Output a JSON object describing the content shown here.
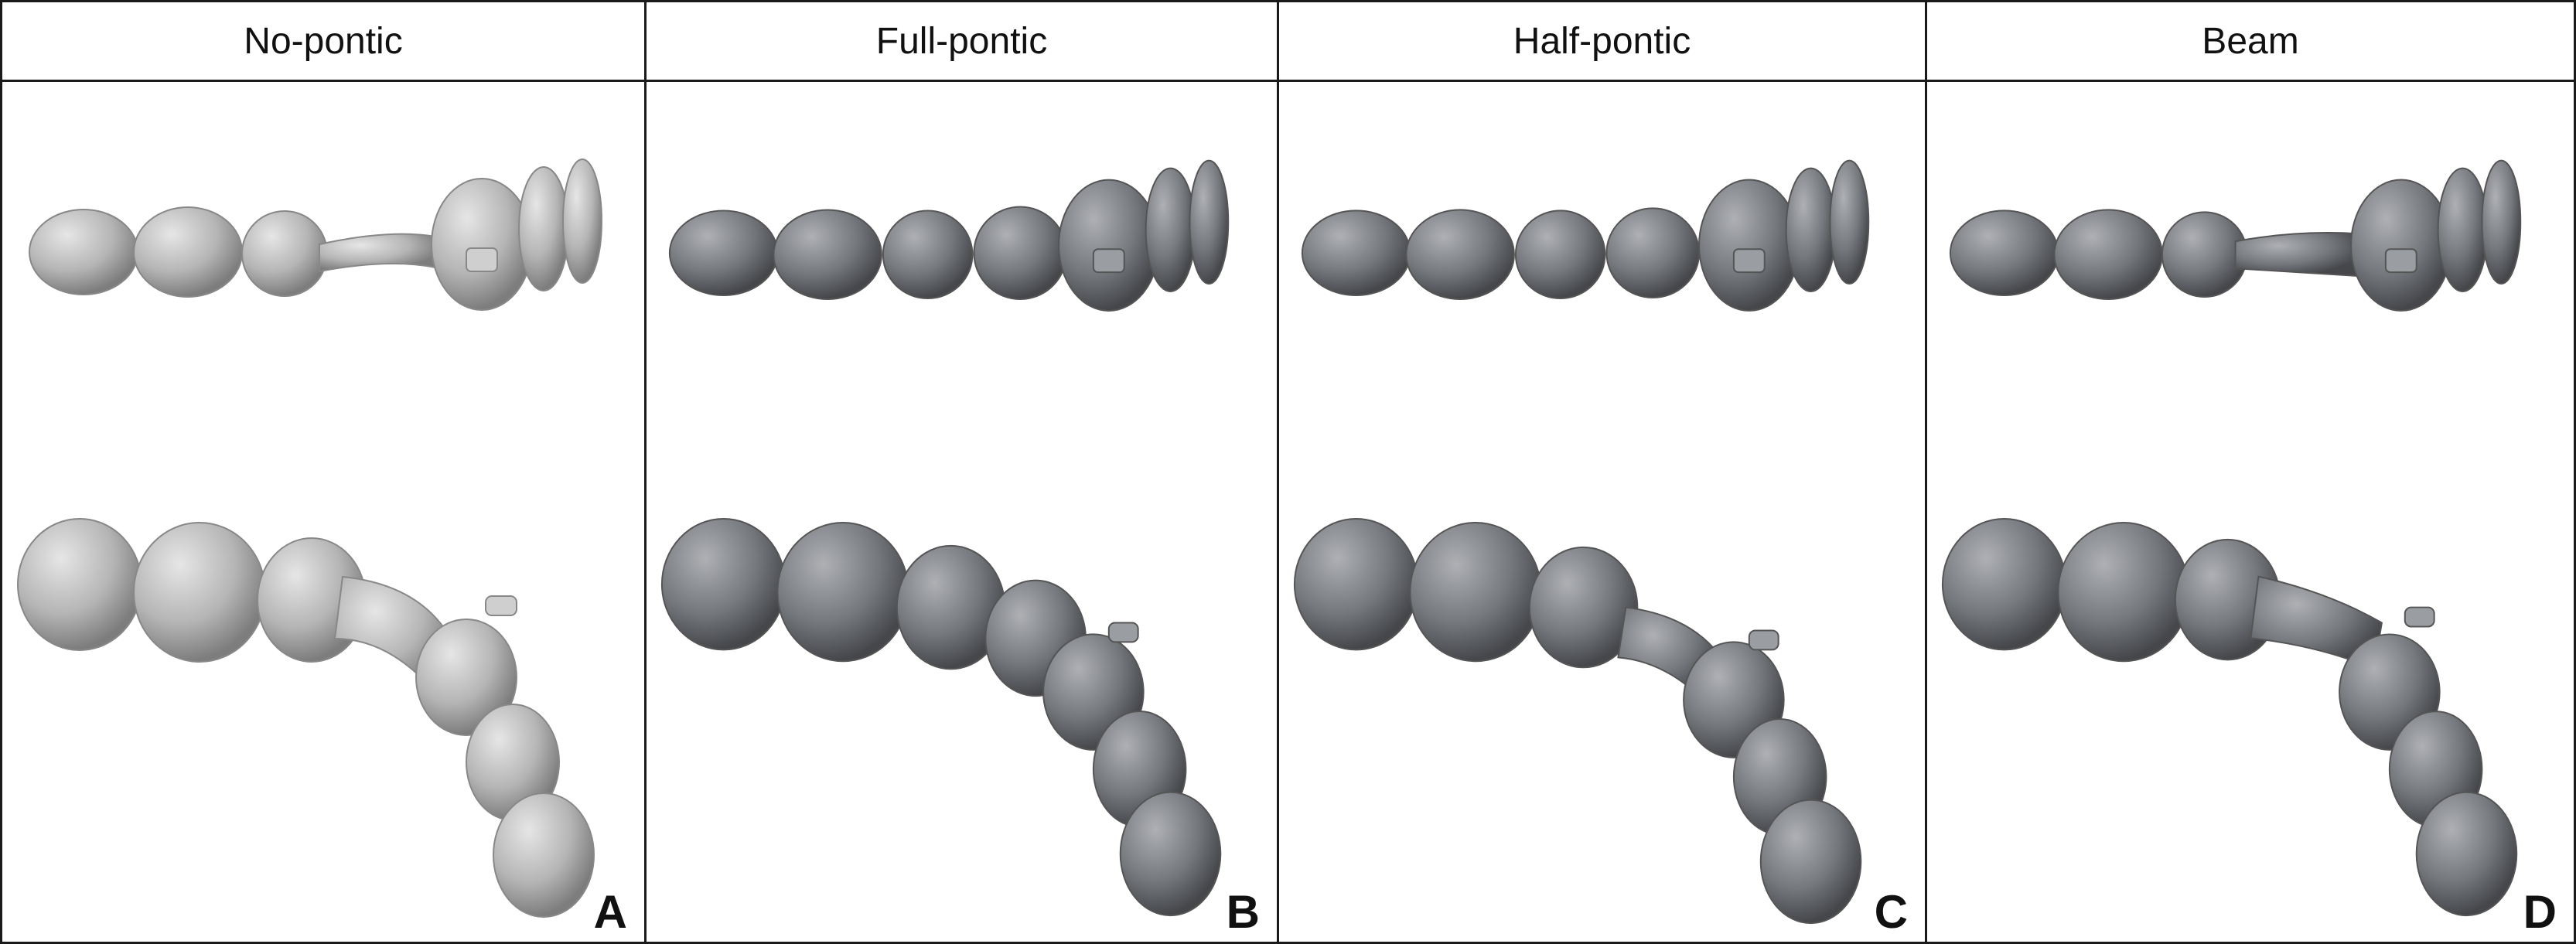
{
  "panels": [
    {
      "title": "No-pontic",
      "letter": "A",
      "tone": "light",
      "connector": "thin-bridge"
    },
    {
      "title": "Full-pontic",
      "letter": "B",
      "tone": "dark",
      "connector": "full-pontic"
    },
    {
      "title": "Half-pontic",
      "letter": "C",
      "tone": "dark",
      "connector": "half-pontic"
    },
    {
      "title": "Beam",
      "letter": "D",
      "tone": "dark",
      "connector": "beam"
    }
  ],
  "colors": {
    "border": "#1a1a1a",
    "light_fill": "#bdbdbd",
    "dark_fill": "#6f7277",
    "background": "#ffffff"
  }
}
